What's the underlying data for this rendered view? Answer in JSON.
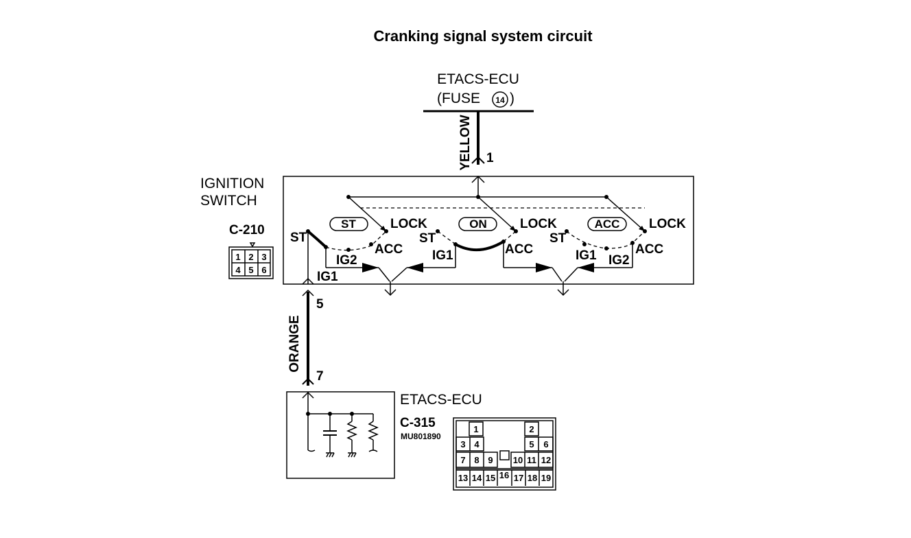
{
  "title": "Cranking signal system circuit",
  "top_ecu": {
    "name": "ETACS-ECU",
    "fuse_prefix": "(FUSE",
    "fuse_number": "14",
    "fuse_suffix": ")"
  },
  "wires": {
    "upper_color": "YELLOW",
    "upper_pin": "1",
    "lower_color": "ORANGE",
    "lower_top_pin": "5",
    "lower_bottom_pin": "7"
  },
  "ignition_switch": {
    "name_line1": "IGNITION",
    "name_line2": "SWITCH",
    "connector": "C-210",
    "connector_pins_row1": [
      "1",
      "2",
      "3"
    ],
    "connector_pins_row2": [
      "4",
      "5",
      "6"
    ],
    "output_label": "IG1",
    "sections": [
      {
        "position_label": "ST",
        "terminals": {
          "lock": "LOCK",
          "st": "ST",
          "acc": "ACC",
          "ig2": "IG2",
          "ig1": "IG1"
        }
      },
      {
        "position_label": "ON",
        "terminals": {
          "lock": "LOCK",
          "st": "ST",
          "acc": "ACC",
          "ig1": "IG1"
        }
      },
      {
        "position_label": "ACC",
        "terminals": {
          "lock": "LOCK",
          "st": "ST",
          "acc": "ACC",
          "ig1": "IG1",
          "ig2": "IG2"
        }
      }
    ]
  },
  "bottom_ecu": {
    "name": "ETACS-ECU",
    "connector": "C-315",
    "part_number": "MU801890",
    "pins": [
      "1",
      "2",
      "3",
      "4",
      "5",
      "6",
      "7",
      "8",
      "9",
      "10",
      "11",
      "12",
      "13",
      "14",
      "15",
      "16",
      "17",
      "18",
      "19"
    ]
  }
}
